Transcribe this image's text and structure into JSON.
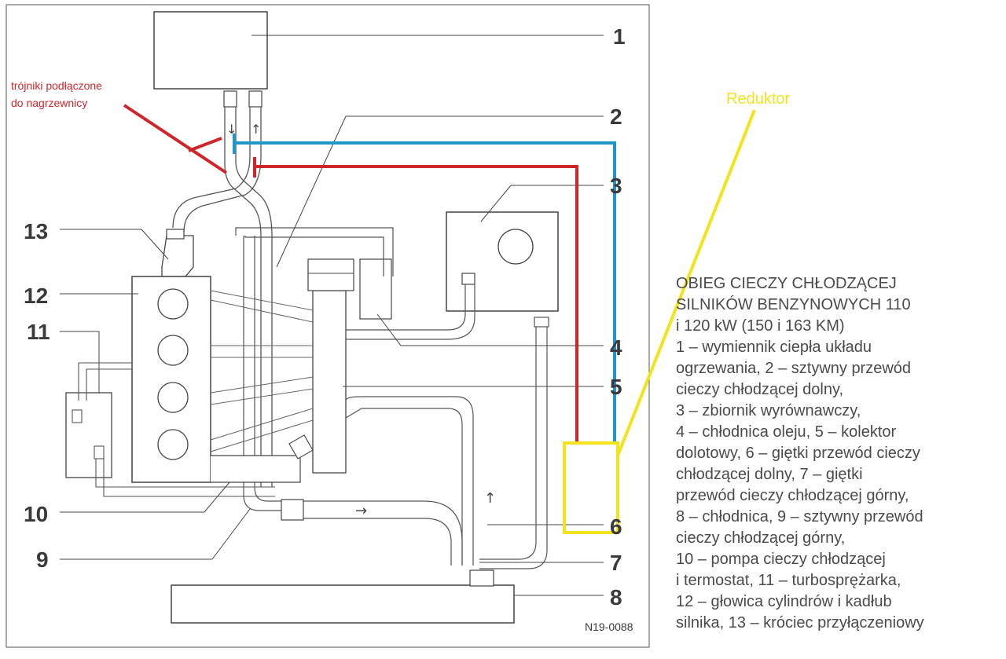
{
  "annotations": {
    "red_note_line1": "trójniki podłączone",
    "red_note_line2": "do nagrzewnicy",
    "yellow_note": "Reduktor"
  },
  "figure_code": "N19-0088",
  "callouts": [
    "1",
    "2",
    "3",
    "4",
    "5",
    "6",
    "7",
    "8",
    "9",
    "10",
    "11",
    "12",
    "13"
  ],
  "caption_lines": [
    "OBIEG CIECZY CHŁODZĄCEJ",
    "SILNIKÓW BENZYNOWYCH 110",
    "i 120 kW (150 i 163 KM)",
    "1 – wymiennik ciepła układu",
    "ogrzewania, 2 – sztywny przewód",
    "cieczy chłodzącej dolny,",
    "3 – zbiornik wyrównawczy,",
    "4 – chłodnica oleju, 5 – kolektor",
    "dolotowy, 6 – giętki przewód cieczy",
    "chłodzącej dolny, 7 – giętki",
    "przewód cieczy chłodzącej górny,",
    "8 – chłodnica, 9 – sztywny przewód",
    "cieczy chłodzącej górny,",
    "10 – pompa cieczy chłodzącej",
    "i termostat, 11 – turbosprężarka,",
    "12 – głowica cylindrów i kadłub",
    "silnika, 13 – króciec przyłączeniowy"
  ],
  "colors": {
    "red": "#d0262b",
    "blue": "#1f95c8",
    "yellow": "#f2e31c",
    "line": "#4a4a4a"
  }
}
